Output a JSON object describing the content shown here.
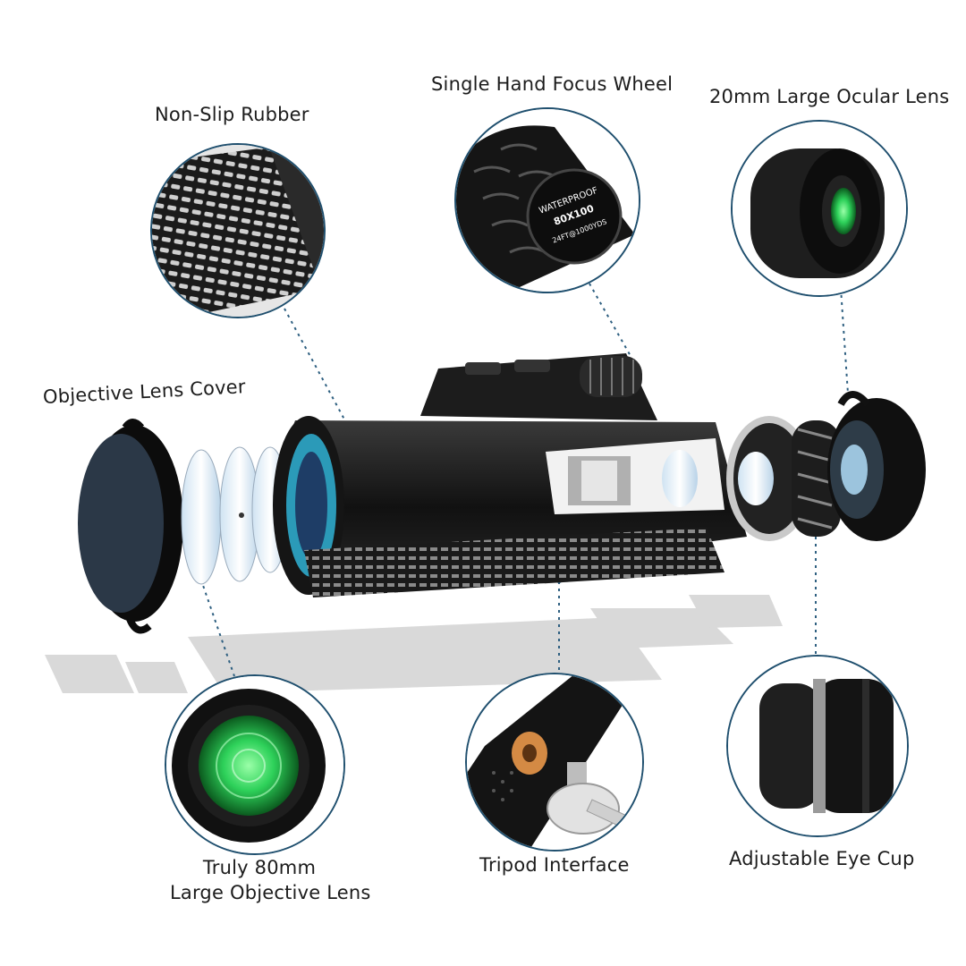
{
  "callouts": {
    "non_slip_rubber": "Non-Slip Rubber",
    "single_hand_focus_wheel": "Single Hand Focus Wheel",
    "ocular_lens": "20mm Large Ocular Lens",
    "objective_lens_cover": "Objective Lens Cover",
    "objective_lens_line1": "Truly 80mm",
    "objective_lens_line2": "Large Objective Lens",
    "tripod_interface": "Tripod Interface",
    "adjustable_eye_cup": "Adjustable Eye Cup"
  },
  "focus_wheel_markings": {
    "line1": "WATERPROOF",
    "line2": "80X100",
    "line3": "24FT@1000YDS"
  },
  "colors": {
    "circle_border": "#1f4f6e",
    "lens_green": "#2ed15a",
    "body_black": "#151515"
  }
}
